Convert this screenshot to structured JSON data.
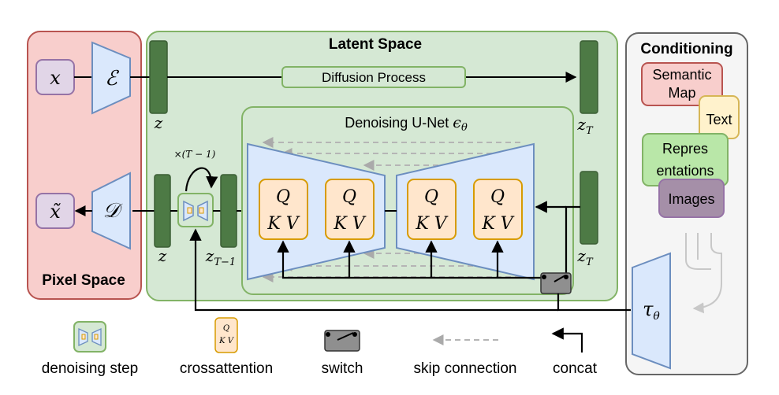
{
  "panels": {
    "latent_title": "Latent Space",
    "pixel_title": "Pixel Space",
    "conditioning_title": "Conditioning"
  },
  "symbols": {
    "x": "x",
    "x_tilde": "x̃",
    "encoder": "ℰ",
    "decoder": "𝒟",
    "z_top": "z",
    "z_bottom": "z",
    "z_T_top": "z",
    "z_T_top_sub": "T",
    "z_T_bottom": "z",
    "z_T_bottom_sub": "T",
    "z_T1": "z",
    "z_T1_sub": "T−1",
    "times": "×(T − 1)",
    "tau": "τ",
    "tau_sub": "θ"
  },
  "diffusion_process": "Diffusion Process",
  "unet_title": "Denoising U-Net ",
  "unet_epsilon": "ϵ",
  "unet_epsilon_sub": "θ",
  "attention": {
    "q": "Q",
    "kv": "K V"
  },
  "conditioning": {
    "semantic": "Semantic Map",
    "semantic_line1": "Semantic",
    "semantic_line2": "Map",
    "text": "Text",
    "representations_line1": "Repres",
    "representations_line2": "entations",
    "images": "Images"
  },
  "legend": {
    "denoising_step": "denoising step",
    "crossattention": "crossattention",
    "switch": "switch",
    "skip_connection": "skip connection",
    "concat": "concat"
  },
  "colors": {
    "pixel_bg": "#f8cecc",
    "pixel_border": "#b85450",
    "latent_bg": "#d5e8d4",
    "latent_border": "#82b366",
    "cond_bg": "#f5f5f5",
    "cond_border": "#666666",
    "block_dark": "#4d7a45",
    "trap_fill": "#dae8fc",
    "trap_border": "#6c8ebf",
    "attn_fill": "#ffe6cc",
    "attn_border": "#d79b00",
    "x_fill": "#e1d5e7",
    "x_border": "#9673a6",
    "text_fill": "#fff2cc",
    "text_border": "#d6b656",
    "images_fill": "#a58fa8",
    "skip_color": "#aaaaaa"
  }
}
